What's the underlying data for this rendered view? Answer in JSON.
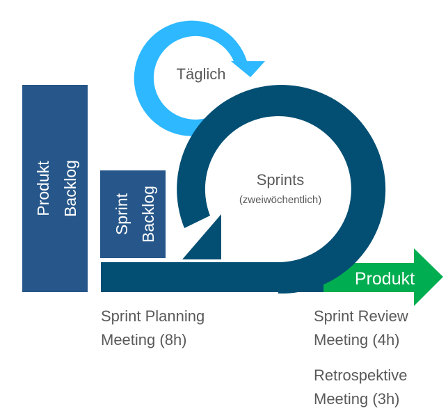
{
  "title": "Scrum-Prozess",
  "colors": {
    "backlog_box": "#27578A",
    "sprint_cycle": "#034F73",
    "daily_cycle": "#2DB8FF",
    "product_arrow": "#00AD50",
    "label_text": "#595959",
    "inverse_text": "#FFFFFF"
  },
  "boxes": {
    "product_backlog": {
      "line1": "Produkt",
      "line2": "Backlog"
    },
    "sprint_backlog": {
      "line1": "Sprint",
      "line2": "Backlog"
    }
  },
  "cycles": {
    "daily": {
      "label": "Täglich"
    },
    "sprint": {
      "label": "Sprints",
      "sublabel": "(zweiwöchentlich)"
    }
  },
  "output_arrow": {
    "label": "Produkt"
  },
  "meetings": {
    "planning": {
      "line1": "Sprint Planning",
      "line2": "Meeting (8h)"
    },
    "review": {
      "line1": "Sprint Review",
      "line2": "Meeting (4h)"
    },
    "retro": {
      "line1": "Retrospektive",
      "line2": "Meeting (3h)"
    }
  }
}
